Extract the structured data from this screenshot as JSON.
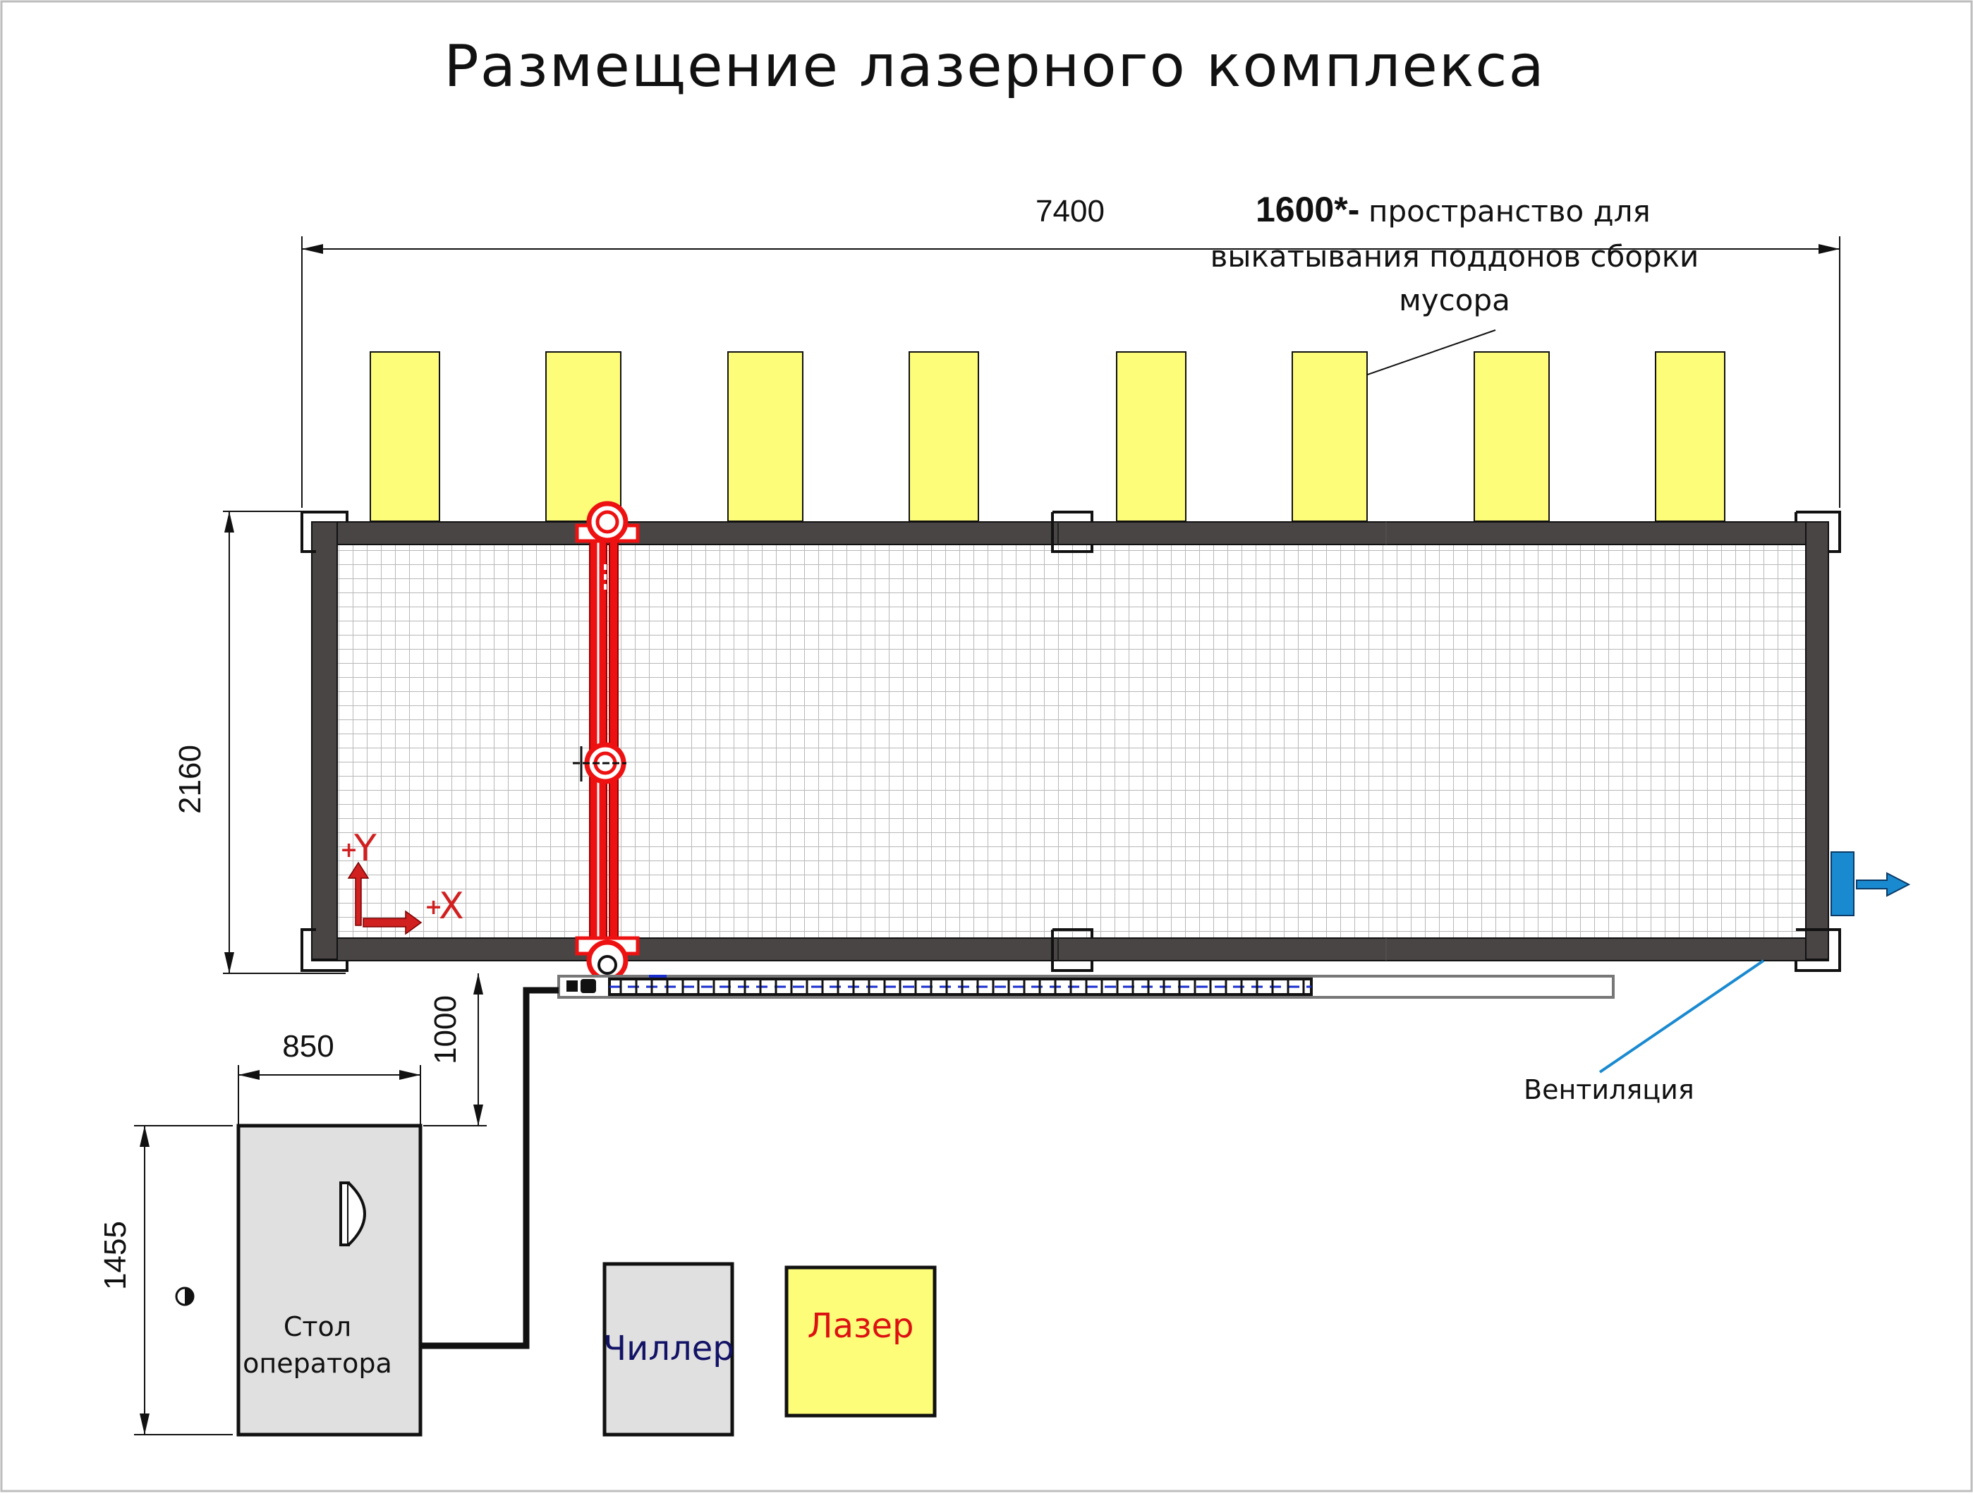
{
  "title": "Размещение лазерного комплекса",
  "dimensions": {
    "overall_width": "7400",
    "height": "2160",
    "offset": "1000",
    "table_width": "850",
    "table_height": "1455"
  },
  "note": {
    "bold": "1600*-",
    "line1": "пространство для",
    "line2": "выкатывания поддонов  сборки",
    "line3": "мусора"
  },
  "axes": {
    "y_label": "Y",
    "x_label": "X",
    "plus": "+"
  },
  "labels": {
    "ventilation": "Вентиляция",
    "operator_table_line1": "Стол",
    "operator_table_line2": "оператора",
    "chiller": "Чиллер",
    "laser": "Лазер"
  },
  "colors": {
    "frame": "#4a4545",
    "pallet": "#fdfd7a",
    "gantry": "#ee1111",
    "grid": "#b8b8b8",
    "box_fill": "#e0e0e0",
    "laser_fill": "#fdfd7a",
    "ventilation_text": "#0b2a55",
    "ventilation_line": "#1a8ad0",
    "fan": "#1a8ad0",
    "chiller_text": "#121266",
    "laser_text": "#dd1111",
    "axis": "#d12020"
  }
}
